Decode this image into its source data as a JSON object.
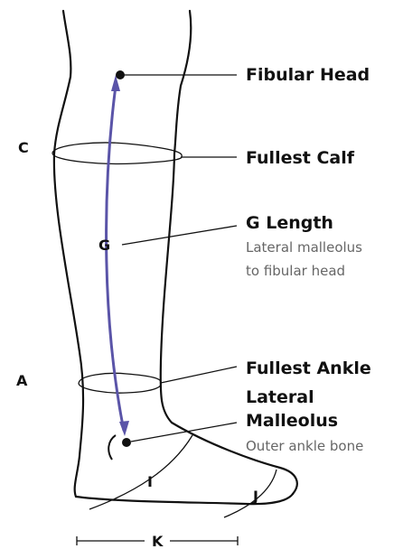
{
  "colors": {
    "outline": "#111111",
    "arrow": "#5a54a8",
    "subtext": "#666666"
  },
  "letters": {
    "c": "C",
    "a": "A",
    "g": "G",
    "i": "I",
    "j": "J",
    "k": "K"
  },
  "labels": {
    "fibular_head": "Fibular Head",
    "fullest_calf": "Fullest Calf",
    "g_length": "G Length",
    "g_length_sub_1": "Lateral malleolus",
    "g_length_sub_2": "to fibular head",
    "fullest_ankle": "Fullest Ankle",
    "lateral_malleolus_1": "Lateral",
    "lateral_malleolus_2": "Malleolus",
    "lateral_malleolus_sub": "Outer ankle bone"
  }
}
